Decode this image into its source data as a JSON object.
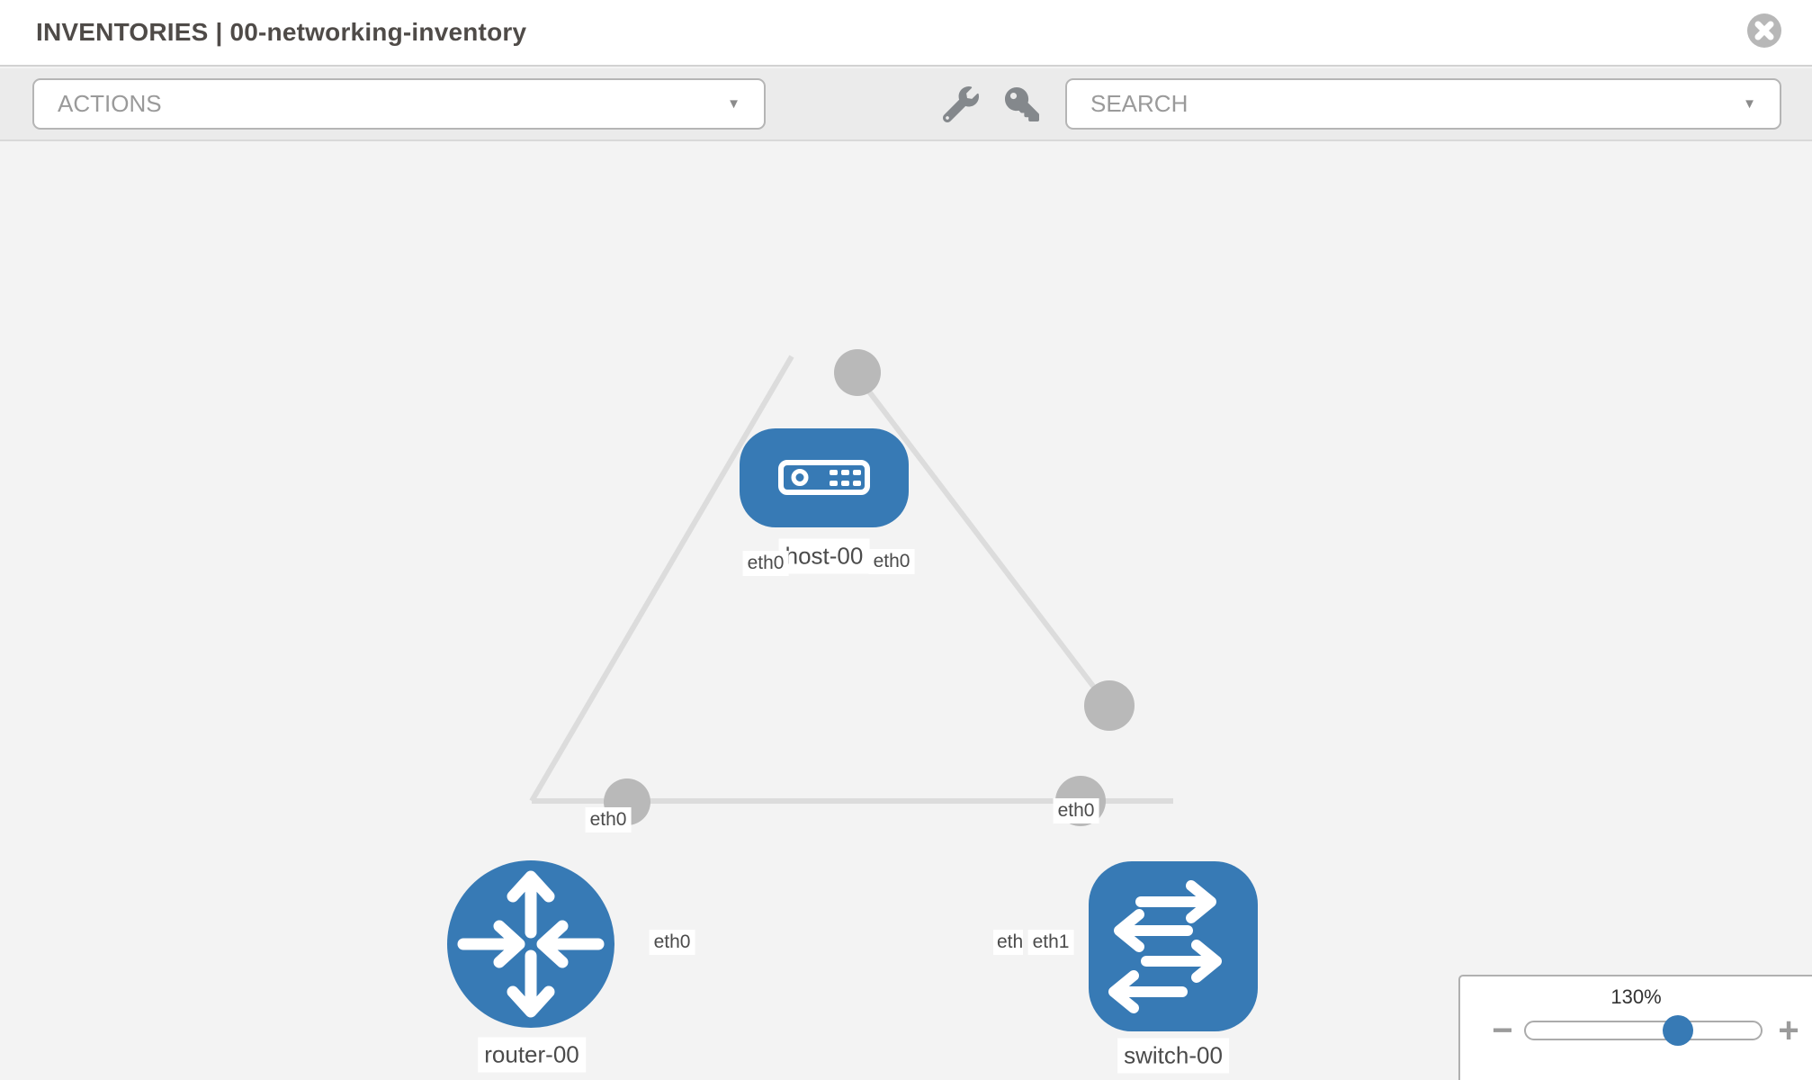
{
  "header": {
    "title": "INVENTORIES | 00-networking-inventory"
  },
  "toolbar": {
    "actions": {
      "label": "ACTIONS"
    },
    "search": {
      "label": "SEARCH"
    },
    "caret": "▼"
  },
  "icons": {
    "close": "close-icon",
    "wrench": "wrench-icon",
    "key": "key-icon",
    "caret_down": "▼",
    "minus": "−",
    "plus": "+"
  },
  "colors": {
    "node_blue": "#377ab5",
    "port_gray": "#b9b9b9",
    "link_gray": "#dcdcdc",
    "canvas_bg": "#f3f3f3",
    "toolbar_bg": "#ebebeb"
  },
  "topology": {
    "nodes": [
      {
        "label": "host-00",
        "type": "host"
      },
      {
        "label": "router-00",
        "type": "router"
      },
      {
        "label": "switch-00",
        "type": "switch"
      }
    ],
    "links": [
      {
        "from": "router-00",
        "from_interface": "eth0",
        "to": "host-00",
        "to_interface": "eth0"
      },
      {
        "from": "host-00",
        "from_interface": "eth0",
        "to": "switch-00",
        "to_interface": "eth0"
      },
      {
        "from": "router-00",
        "from_interface": "eth0",
        "to": "switch-00",
        "to_interface": "eth1",
        "overlapped_label": "eth0"
      }
    ]
  },
  "zoom_control": {
    "level": "130%",
    "minus_label": "−",
    "plus_label": "+"
  }
}
